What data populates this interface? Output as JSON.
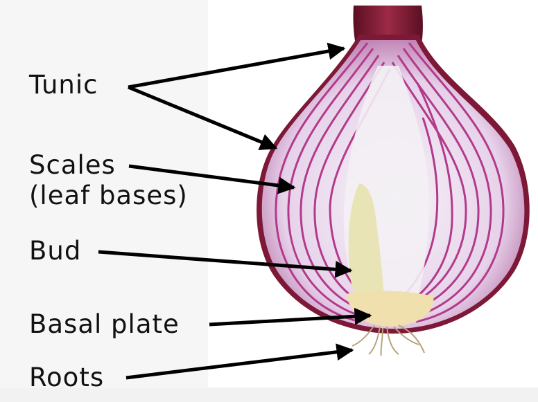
{
  "diagram": {
    "subject": "red-onion-cross-section",
    "colors": {
      "tunic": "#8a1f3a",
      "scale_light": "#efe6f2",
      "scale_stripe": "#b33a8a",
      "bud": "#e9e4b6",
      "basal_plate": "#efe0ad",
      "roots": "#c9b891",
      "arrow": "#000000"
    },
    "labels": {
      "tunic": "Tunic",
      "scales_line1": "Scales",
      "scales_line2": "(leaf bases)",
      "bud": "Bud",
      "basal_plate": "Basal plate",
      "roots": "Roots"
    }
  }
}
